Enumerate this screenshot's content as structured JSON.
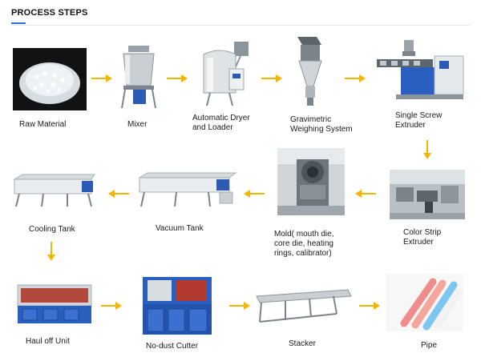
{
  "title": "PROCESS STEPS",
  "colors": {
    "accent": "#2f6fd6",
    "arrow": "#f5b500"
  },
  "steps": [
    {
      "label": "Raw  Material"
    },
    {
      "label": "Mixer"
    },
    {
      "label1": "Automatic Dryer",
      "label2": "and Loader"
    },
    {
      "label1": "Gravimetric",
      "label2": "Weighing System"
    },
    {
      "label1": "Single Screw",
      "label2": "Extruder"
    },
    {
      "label1": "Color Strip",
      "label2": "Extruder"
    },
    {
      "label1": "Mold( mouth die,",
      "label2": "core die, heating",
      "label3": "rings, calibrator)"
    },
    {
      "label": "Vacuum Tank"
    },
    {
      "label": "Cooling Tank"
    },
    {
      "label": "Haul off Unit"
    },
    {
      "label": "No-dust Cutter"
    },
    {
      "label": "Stacker"
    },
    {
      "label": "Pipe"
    }
  ]
}
